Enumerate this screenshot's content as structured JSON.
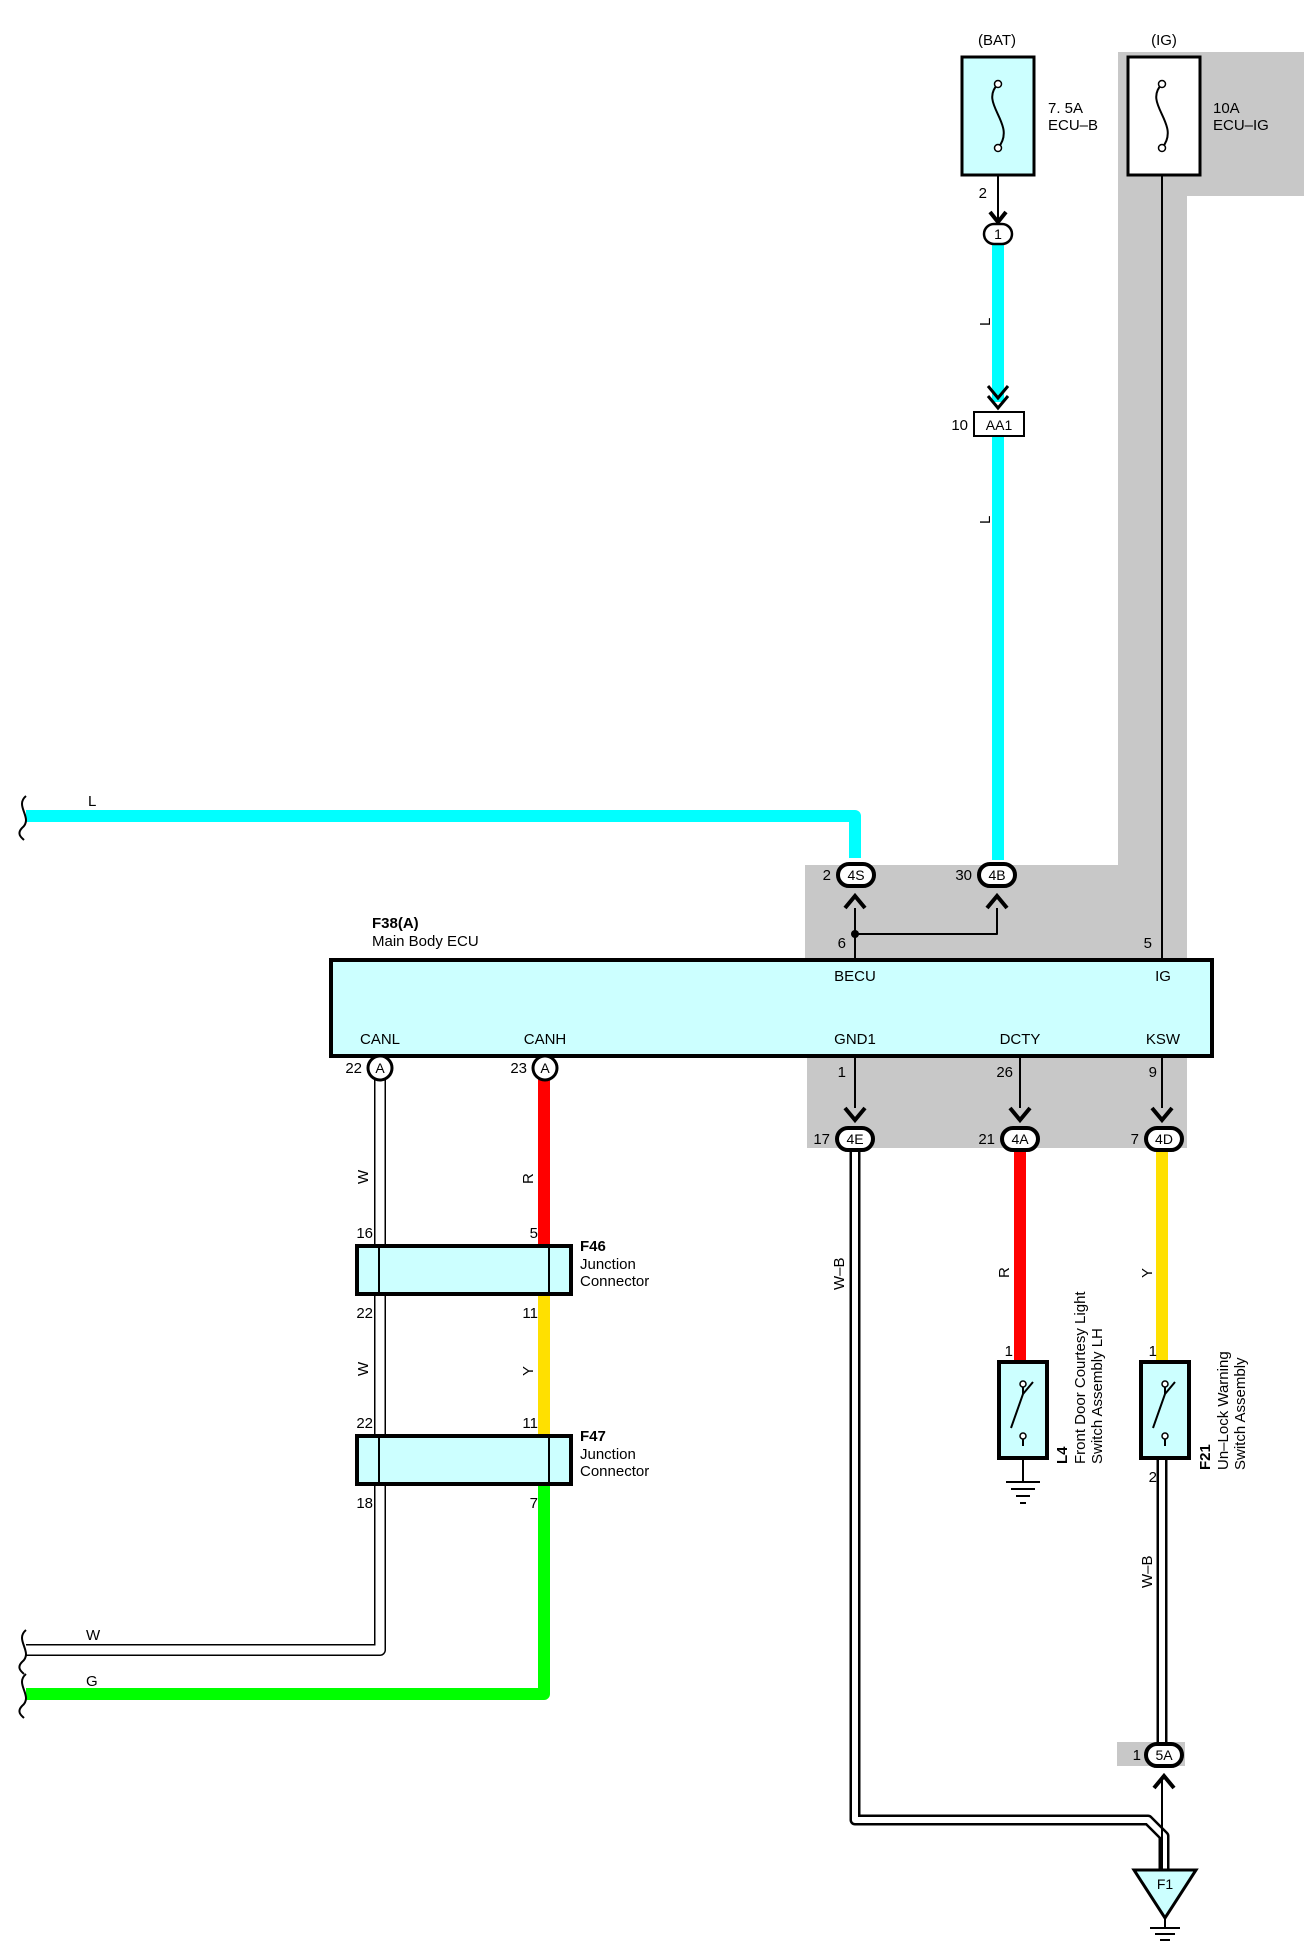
{
  "colors": {
    "wire_L": "#00ffff",
    "wire_R": "#ff0000",
    "wire_Y": "#ffe000",
    "wire_G": "#00ff00",
    "wire_W": "#ffffff",
    "wire_WB": "#ffffff",
    "ecu_fill": "#ccffff",
    "shade": "#c8c8c8",
    "outline": "#000000"
  },
  "fuses": {
    "bat": {
      "source": "(BAT)",
      "rating": "7. 5A",
      "name": "ECU–B",
      "pin": "2"
    },
    "ig": {
      "source": "(IG)",
      "rating": "10A",
      "name": "ECU–IG"
    }
  },
  "ecu": {
    "code": "F38(A)",
    "name": "Main Body ECU",
    "terminals": {
      "becu": {
        "name": "BECU",
        "pin": "6"
      },
      "ig": {
        "name": "IG",
        "pin": "5"
      },
      "canl": {
        "name": "CANL",
        "pin": "22",
        "connector": "A"
      },
      "canh": {
        "name": "CANH",
        "pin": "23",
        "connector": "A"
      },
      "gnd1": {
        "name": "GND1",
        "pin": "1"
      },
      "dcty": {
        "name": "DCTY",
        "pin": "26"
      },
      "ksw": {
        "name": "KSW",
        "pin": "9"
      }
    }
  },
  "connectors": {
    "c1": {
      "label": "1"
    },
    "aa1": {
      "label": "AA1",
      "pin": "10"
    },
    "c4s": {
      "label": "4S",
      "pin": "2"
    },
    "c4b": {
      "label": "4B",
      "pin": "30"
    },
    "c4e": {
      "label": "4E",
      "pin": "17"
    },
    "c4a": {
      "label": "4A",
      "pin": "21"
    },
    "c4d": {
      "label": "4D",
      "pin": "7"
    },
    "c5a": {
      "label": "5A",
      "pin": "1"
    }
  },
  "junctions": {
    "f46": {
      "code": "F46",
      "line1": "Junction",
      "line2": "Connector",
      "pin_w_top": "16",
      "pin_r_top": "5",
      "pin_w_bottom": "22",
      "pin_y_bottom": "11"
    },
    "f47": {
      "code": "F47",
      "line1": "Junction",
      "line2": "Connector",
      "pin_w_top": "22",
      "pin_y_top": "11",
      "pin_w_bottom": "18",
      "pin_g_bottom": "7"
    }
  },
  "switches": {
    "l4": {
      "code": "L4",
      "line1": "Front Door Courtesy Light",
      "line2": "Switch Assembly LH",
      "pin": "1"
    },
    "f21": {
      "code": "F21",
      "line1": "Un–Lock Warning",
      "line2": "Switch Assembly",
      "pin_top": "1",
      "pin_bottom": "2"
    }
  },
  "ground": {
    "label": "F1"
  },
  "wire_labels": {
    "l_top1": "L",
    "l_top2": "L",
    "l_left": "L",
    "w_canl1": "W",
    "r_canh": "R",
    "w_canl2": "W",
    "y_canh": "Y",
    "wb_gnd": "W–B",
    "r_dcty": "R",
    "y_ksw": "Y",
    "wb_f21": "W–B",
    "w_bottom": "W",
    "g_bottom": "G"
  }
}
